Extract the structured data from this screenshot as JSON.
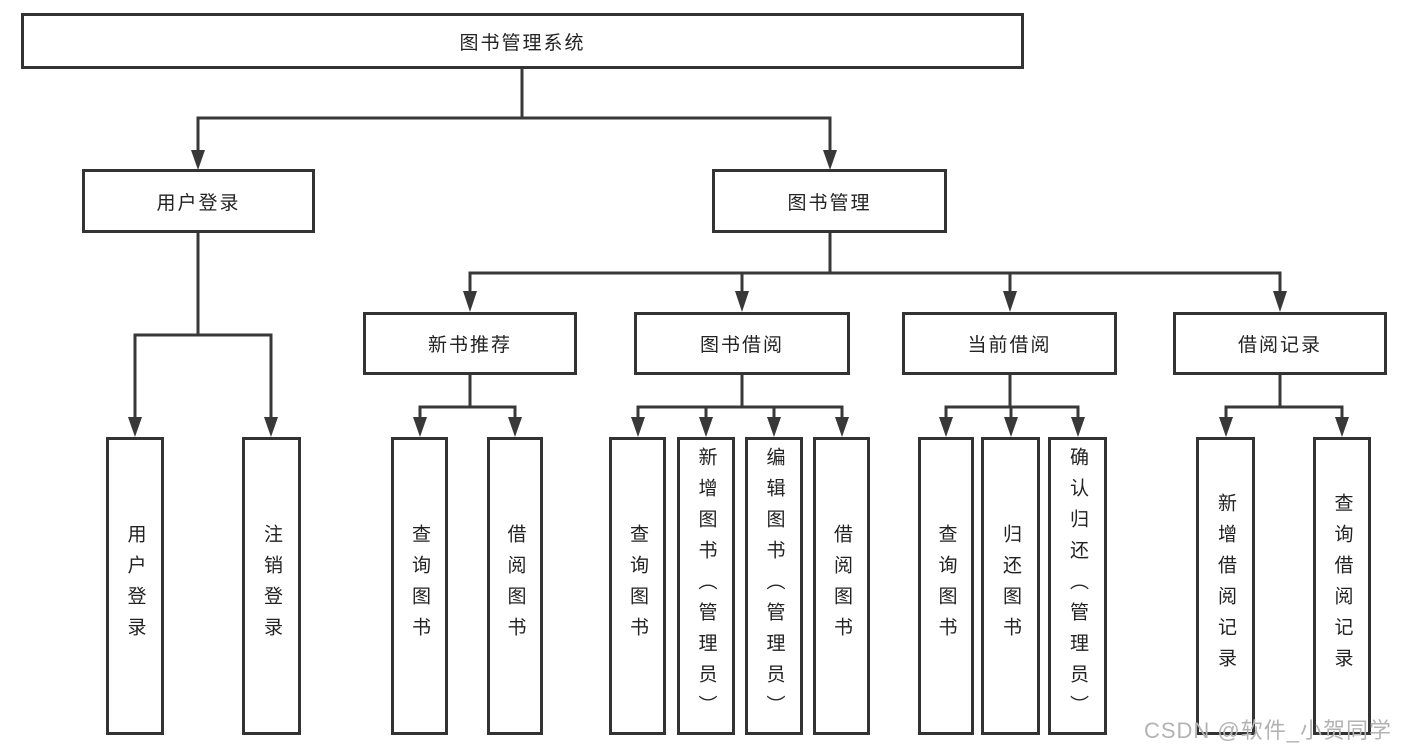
{
  "tree": {
    "label": "图书管理系统",
    "children": [
      {
        "label": "用户登录",
        "children": [
          {
            "label": "用户登录"
          },
          {
            "label": "注销登录"
          }
        ]
      },
      {
        "label": "图书管理",
        "children": [
          {
            "label": "新书推荐",
            "children": [
              {
                "label": "查询图书"
              },
              {
                "label": "借阅图书"
              }
            ]
          },
          {
            "label": "图书借阅",
            "children": [
              {
                "label": "查询图书"
              },
              {
                "label": "新增图书（管理员）"
              },
              {
                "label": "编辑图书（管理员）"
              },
              {
                "label": "借阅图书"
              }
            ]
          },
          {
            "label": "当前借阅",
            "children": [
              {
                "label": "查询图书"
              },
              {
                "label": "归还图书"
              },
              {
                "label": "确认归还（管理员）"
              }
            ]
          },
          {
            "label": "借阅记录",
            "children": [
              {
                "label": "新增借阅记录"
              },
              {
                "label": "查询借阅记录"
              }
            ]
          }
        ]
      }
    ]
  },
  "watermark": "CSDN @软件_小贺同学",
  "colors": {
    "line": "#383838",
    "box_border": "#333333",
    "text": "#222222",
    "watermark": "#b3b3b3",
    "background": "#ffffff"
  }
}
